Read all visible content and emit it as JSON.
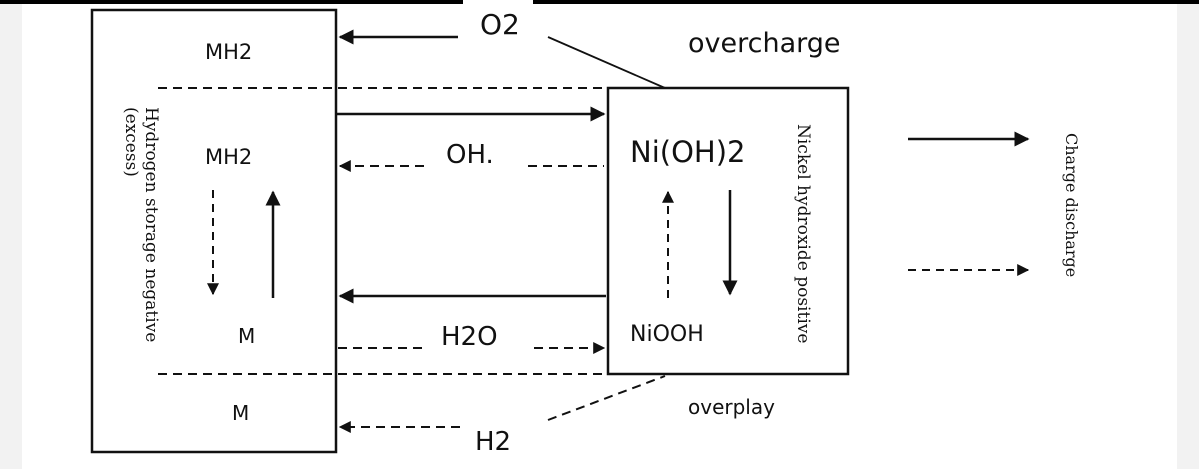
{
  "diagram": {
    "labels": {
      "o2": "O2",
      "overcharge": "overcharge",
      "mh2_top": "MH2",
      "mh2_mid": "MH2",
      "m_mid": "M",
      "m_bottom": "M",
      "oh": "OH.",
      "h2o": "H2O",
      "h2": "H2",
      "nioh2": "Ni(OH)2",
      "niooh": "NiOOH",
      "overplay": "overplay",
      "negative_line1": "Hydrogen storage negative",
      "negative_line2": "(excess)",
      "positive": "Nickel hydroxide positive",
      "legend": "Charge discharge"
    }
  }
}
